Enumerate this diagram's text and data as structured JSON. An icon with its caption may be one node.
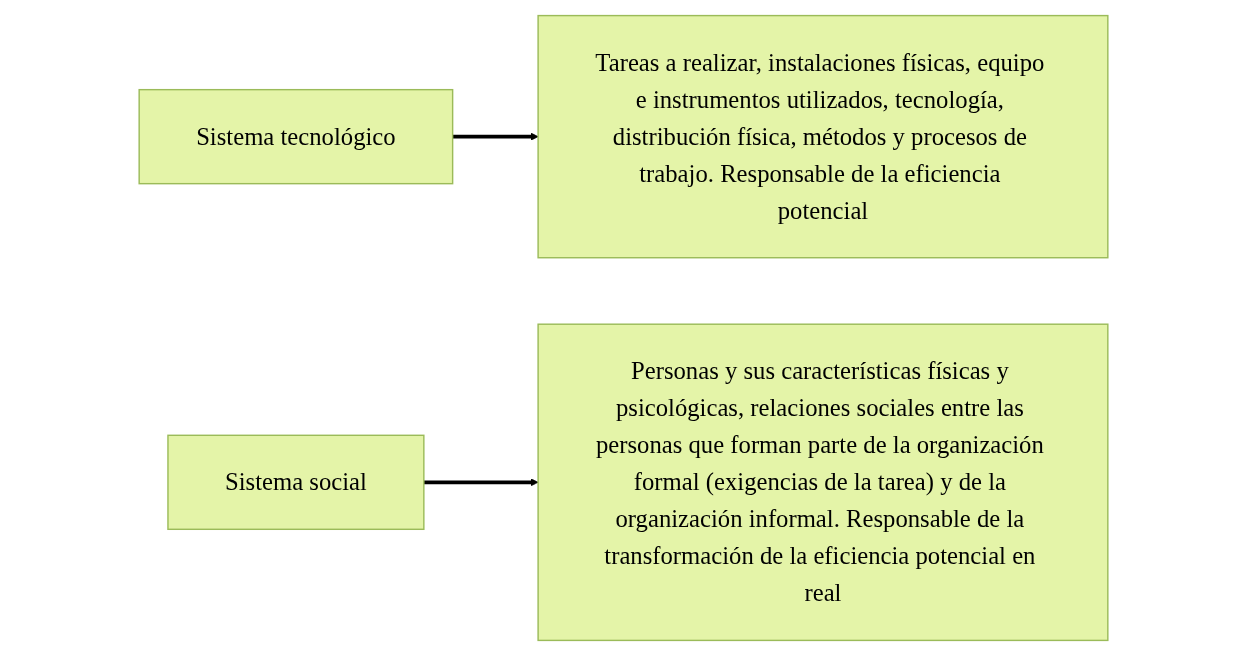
{
  "diagram": {
    "nodes": [
      {
        "text": [
          "Sistema tecnológico"
        ]
      },
      {
        "text": [
          "Tareas a realizar, instalaciones físicas, equipo e instrumentos utilizados, tecnología, distribución física, métodos y procesos de trabajo. Responsable de la eficiencia potencial"
        ]
      },
      {
        "text": [
          "Sistema social"
        ]
      },
      {
        "text": [
          "Personas y sus características físicas y psicológicas, relaciones sociales entre las personas que forman parte de la organización formal (exigencias de la tarea) y de la organización informal. Responsable de la transformación de la eficiencia potencial en real"
        ]
      }
    ],
    "edges": [
      {
        "from": 0,
        "to": 1,
        "arrow": "to"
      },
      {
        "from": 2,
        "to": 3,
        "arrow": "to"
      }
    ]
  }
}
